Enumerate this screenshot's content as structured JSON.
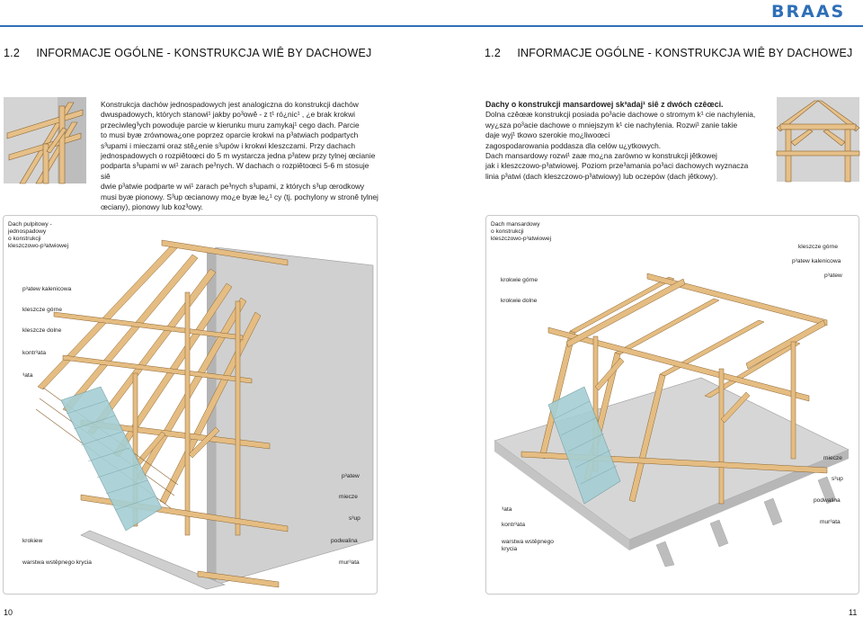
{
  "header": {
    "brand": "BRAAS",
    "accent_color": "#2e6fb7",
    "left_title_num": "1.2",
    "left_title": "INFORMACJE OGÓLNE - KONSTRUKCJA WIÊ  BY DACHOWEJ",
    "right_title_num": "1.2",
    "right_title": "INFORMACJE OGÓLNE - KONSTRUKCJA WIÊ  BY DACHOWEJ"
  },
  "left_text": {
    "lines": [
      "Konstrukcja dachów jednospadowych jest analogiczna do konstrukcji dachów",
      "dwuspadowych, których stanowi¹ jakby po³owê - z t¹  ró¿nic¹ , ¿e brak krokwi",
      "przeciwleg³ych powoduje parcie w kierunku muru zamykaj¹ cego dach. Parcie",
      "to musi byæ zrównowa¿one poprzez oparcie krokwi na p³atwiach podpartych",
      "s³upami i mieczami oraz stê¿enie s³upów i krokwi kleszczami. Przy dachach",
      "jednospadowych o rozpiêtoœci do 5 m wystarcza jedna p³atew przy tylnej œcianie",
      "podparta s³upami w wi¹ zarach pe³nych. W dachach o rozpiêtoœci 5-6 m stosuje siê",
      "dwie p³atwie podparte w wi¹ zarach pe³nych s³upami, z których s³up œrodkowy",
      "musi byæ pionowy. S³up œcianowy mo¿e byæ le¿¹ cy (tj. pochylony w stronê tylnej",
      "œciany), pionowy lub koz³owy."
    ]
  },
  "right_text": {
    "lead": "Dachy o konstrukcji mansardowej sk³adaj¹  siê z dwóch czêœci.",
    "lines": [
      "Dolna czêœæ konstrukcji posiada po³acie dachowe o stromym k¹ cie nachylenia,",
      "wy¿sza po³acie dachowe o mniejszym k¹ cie nachylenia. Rozwi¹ zanie takie",
      "daje wyj¹ tkowo szerokie mo¿liwoœci",
      "zagospodarowania poddasza dla celów u¿ytkowych.",
      "Dach mansardowy rozwi¹ zaæ mo¿na zarówno w konstrukcji jêtkowej",
      "jak i kleszczowo-p³atwiowej. Poziom prze³amania po³aci dachowych wyznacza",
      "linia p³atwi (dach kleszczowo-p³atwiowy) lub oczepów (dach jêtkowy)."
    ]
  },
  "left_panel": {
    "caption": [
      "Dach pulpitowy -",
      "jednospadowy",
      "o konstrukcji",
      "kleszczowo-p³atwiowej"
    ],
    "labels": {
      "platew_kalenicowa": "p³atew kalenicowa",
      "kleszcze_gorne": "kleszcze górne",
      "kleszcze_dolne": "kleszcze dolne",
      "kontrlata": "kontr³ata",
      "lata": "³ata",
      "platew": "p³atew",
      "miecze": "miecze",
      "slup": "s³up",
      "krokiew": "krokiew",
      "podwalina": "podwalina",
      "warstwa": "warstwa wstêpnego krycia",
      "murlata": "mur³ata"
    }
  },
  "right_panel": {
    "caption": [
      "Dach mansardowy",
      "o konstrukcji",
      "kleszczowo-p³atwiowej"
    ],
    "labels": {
      "kleszcze_gorne": "kleszcze górne",
      "platew_kalenicowa": "p³atew kalenicowa",
      "platew": "p³atew",
      "krokwie_gorne": "krokwie górne",
      "krokwie_dolne": "krokwie dolne",
      "miecze": "miecze",
      "slup": "s³up",
      "podwalina": "podwalina",
      "lata": "³ata",
      "kontrlata": "kontr³ata",
      "murlata": "mur³ata",
      "warstwa": "warstwa wstêpnego krycia"
    }
  },
  "footer": {
    "page_left": "10",
    "page_right": "11"
  }
}
